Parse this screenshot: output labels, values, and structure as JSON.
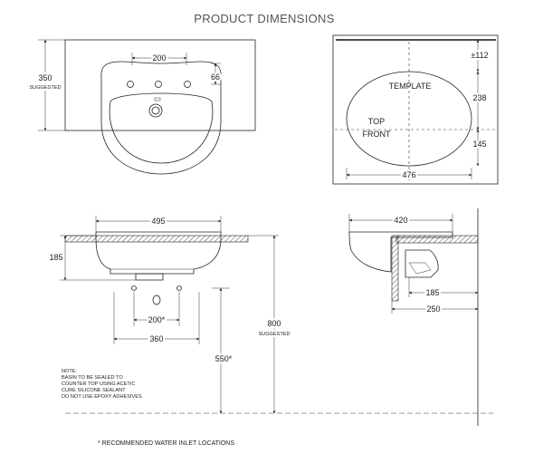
{
  "title": "PRODUCT DIMENSIONS",
  "top_view": {
    "width_taphole_spacing": "200",
    "height": "350",
    "height_note": "SUGGESTED",
    "taphole_offset": "66"
  },
  "template_view": {
    "label_template": "TEMPLATE",
    "label_top": "TOP",
    "label_front": "FRONT",
    "dim_top": "±112",
    "dim_upper": "238",
    "dim_lower": "145",
    "dim_width": "476"
  },
  "front_view": {
    "width": "495",
    "depth": "185",
    "inlet_spacing": "200*",
    "inlet_width": "360",
    "counter_height": "800",
    "counter_height_note": "SUGGESTED",
    "inlet_height": "550*"
  },
  "side_view": {
    "width": "420",
    "waste_offset": "185",
    "bracket_depth": "250"
  },
  "notes": {
    "heading": "NOTE:",
    "line1": "BASIN TO BE SEALED TO",
    "line2": "COUNTER TOP USING ACETIC",
    "line3": "CURE SILICONE SEALANT",
    "line4": "DO NOT USE EPOXY ADHESIVES"
  },
  "footnote": "* RECOMMENDED WATER INLET LOCATIONS"
}
